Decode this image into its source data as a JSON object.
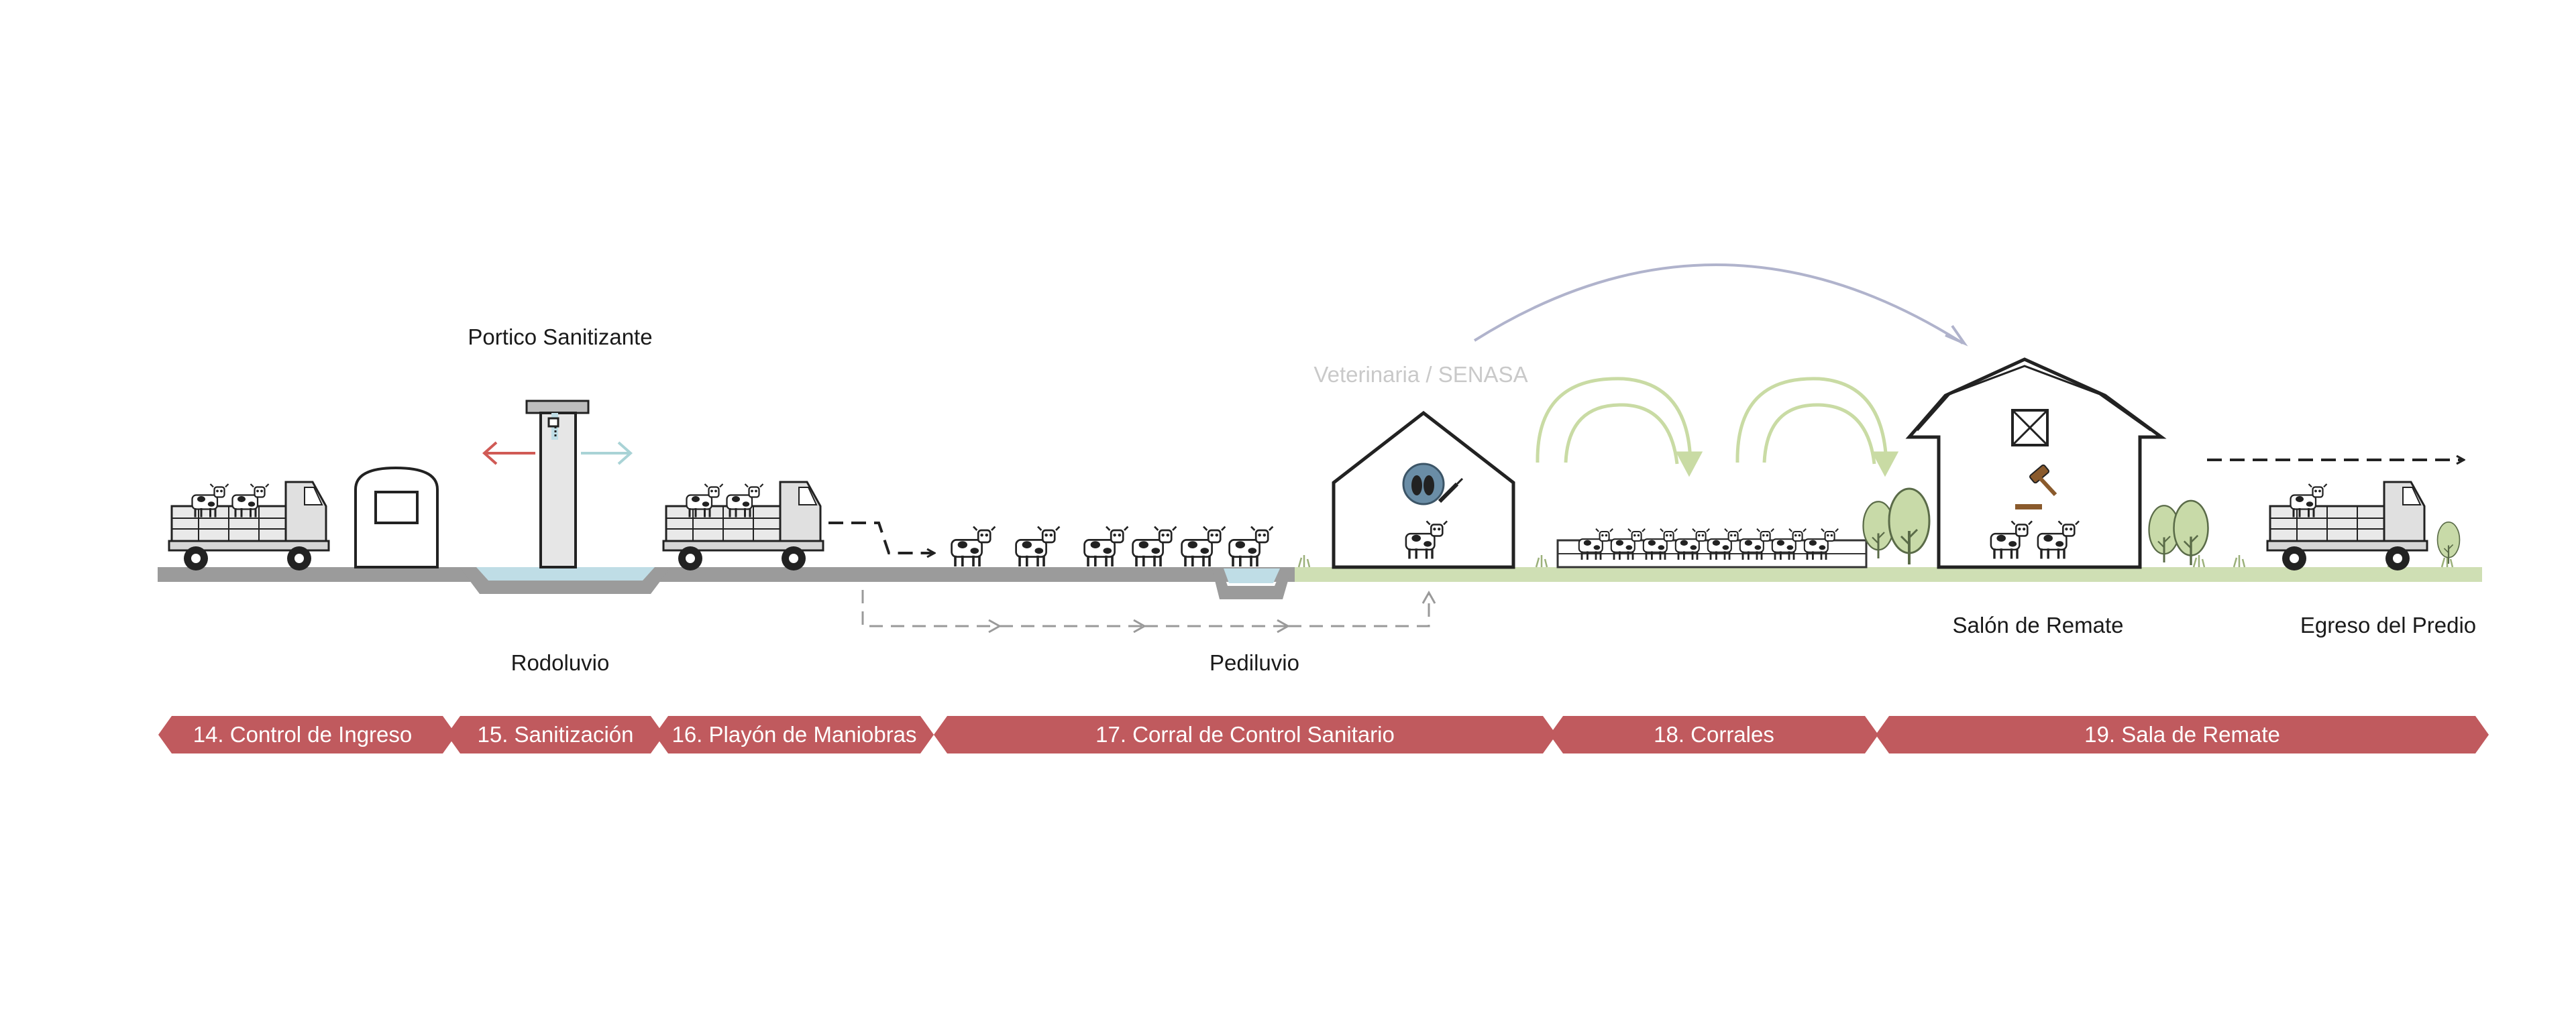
{
  "labels": {
    "portico": "Portico Sanitizante",
    "rodoluvio": "Rodoluvio",
    "pediluvio": "Pediluvio",
    "veterinaria": "Veterinaria / SENASA",
    "salon": "Salón de Remate",
    "egreso": "Egreso del Predio"
  },
  "stages": [
    "14. Control de Ingreso",
    "15. Sanitización",
    "16. Playón de Maniobras",
    "17. Corral de Control Sanitario",
    "18. Corrales",
    "19. Sala de Remate"
  ],
  "colors": {
    "stage_band": "#c05a5e",
    "road": "#9b9b9b",
    "grass": "#cfdfb4",
    "water": "#bfdde6",
    "green_arrows": "#c9dba4",
    "purple_arrow": "#b0b3cc",
    "red_arrow": "#d05a55",
    "teal_arrow": "#a9d3d6"
  },
  "icons": [
    "truck-icon",
    "cow-icon",
    "guard-booth-icon",
    "sanitizing-gate-icon",
    "hoof-syringe-icon",
    "gavel-icon",
    "tree-icon",
    "barn-icon"
  ]
}
